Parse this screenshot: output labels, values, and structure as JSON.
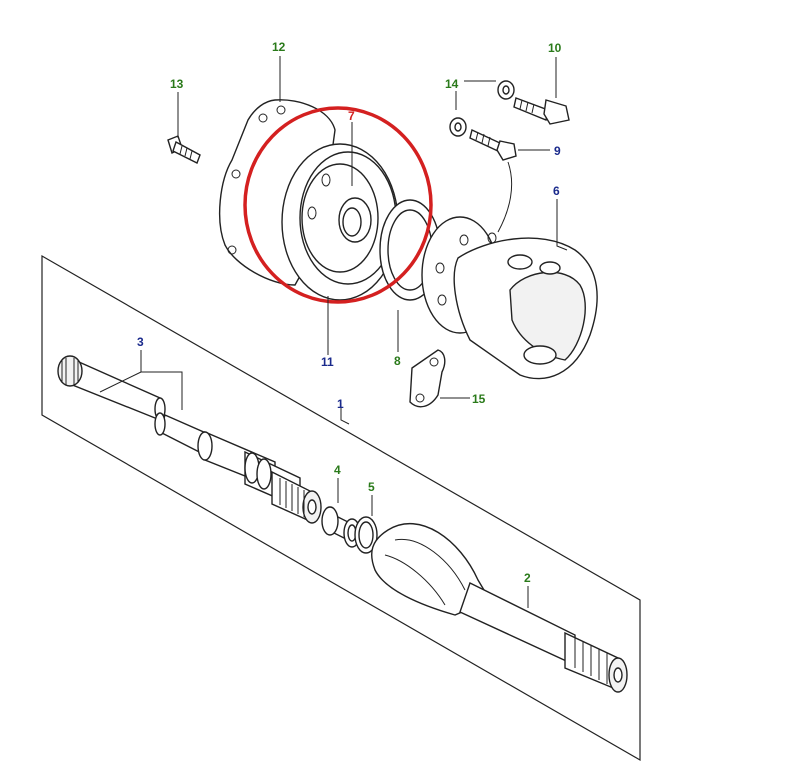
{
  "labels": {
    "l1": "1",
    "l2": "2",
    "l3": "3",
    "l4": "4",
    "l5": "5",
    "l6": "6",
    "l7": "7",
    "l8": "8",
    "l9": "9",
    "l10": "10",
    "l11": "11",
    "l12": "12",
    "l13": "13",
    "l14": "14",
    "l15": "15"
  },
  "colors": {
    "blue_label": "#1a2a8c",
    "green_label": "#2a7a1a",
    "highlight": "#d42020"
  }
}
